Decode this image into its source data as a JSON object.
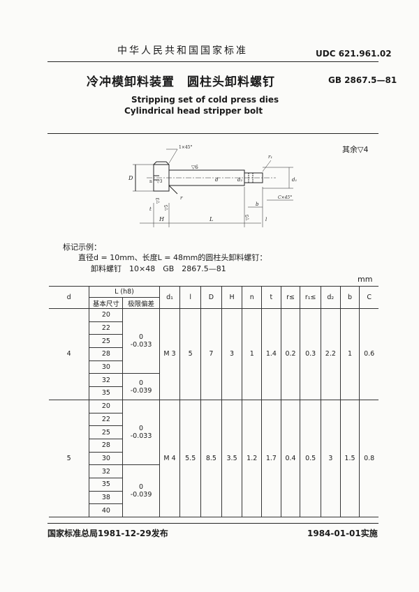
{
  "header": {
    "national_standard": "中华人民共和国国家标准",
    "udc": "UDC 621.961.02",
    "title_cn": "冷冲模卸料装置　圆柱头卸料螺钉",
    "gb_number": "GB 2867.5—81",
    "title_en_1": "Stripping set of cold press dies",
    "title_en_2": "Cylindrical head stripper bolt"
  },
  "drawing": {
    "rest_roughness": "其余▽4",
    "labels": {
      "chamfer": "1×45°",
      "finish6": "▽6",
      "D": "D",
      "n": "n",
      "finish3a": "▽3",
      "finish3b": "▽3",
      "finish5a": "▽5",
      "finish5b": "▽5",
      "r": "r",
      "d": "d",
      "d2": "d₂",
      "d1": "d₁",
      "r1": "r₁",
      "b": "b",
      "C": "C×45°",
      "t": "t",
      "H": "H",
      "L": "L",
      "l": "l"
    }
  },
  "marking": {
    "label": "标记示例：",
    "line1": "直径d = 10mm、长度L = 48mm的圆柱头卸料螺钉：",
    "line2": "卸料螺钉　10×48　GB　2867.5—81"
  },
  "table": {
    "unit": "mm",
    "headers": {
      "d": "d",
      "L": "L (h8)",
      "L_nominal": "基本尺寸",
      "L_tolerance": "极限偏差",
      "d1": "d₁",
      "l": "l",
      "D": "D",
      "H": "H",
      "n": "n",
      "t": "t",
      "r": "r≤",
      "r1": "r₁≤",
      "d2": "d₂",
      "b": "b",
      "C": "C"
    },
    "groups": [
      {
        "d": "4",
        "lengths": [
          "20",
          "22",
          "25",
          "28",
          "30",
          "32",
          "35"
        ],
        "tol_a": "0\n-0.033",
        "tol_a_rows": 5,
        "tol_b": "0\n-0.039",
        "tol_b_rows": 2,
        "d1": "M 3",
        "l": "5",
        "D": "7",
        "H": "3",
        "n": "1",
        "t": "1.4",
        "r": "0.2",
        "r1": "0.3",
        "d2": "2.2",
        "b": "1",
        "C": "0.6"
      },
      {
        "d": "5",
        "lengths": [
          "20",
          "22",
          "25",
          "28",
          "30",
          "32",
          "35",
          "38",
          "40"
        ],
        "tol_a": "0\n-0.033",
        "tol_a_rows": 5,
        "tol_b": "0\n-0.039",
        "tol_b_rows": 4,
        "d1": "M 4",
        "l": "5.5",
        "D": "8.5",
        "H": "3.5",
        "n": "1.2",
        "t": "1.7",
        "r": "0.4",
        "r1": "0.5",
        "d2": "3",
        "b": "1.5",
        "C": "0.8"
      }
    ]
  },
  "footer": {
    "issued": "国家标准总局1981-12-29发布",
    "effective": "1984-01-01实施"
  }
}
